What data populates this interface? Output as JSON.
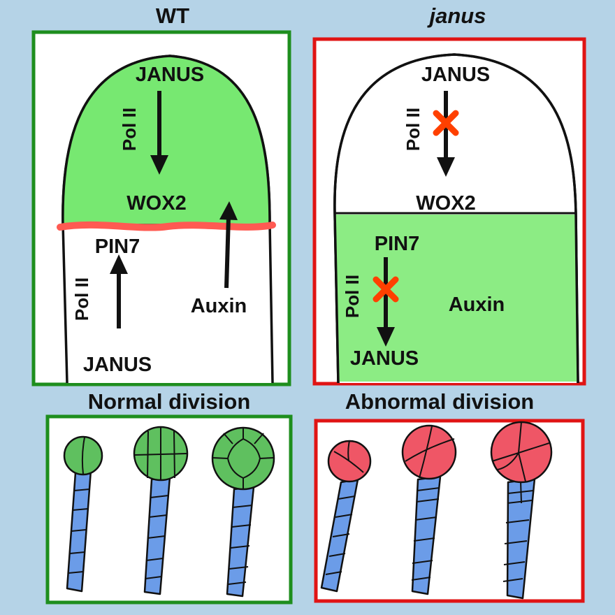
{
  "titles": {
    "wt": "WT",
    "janus": "janus",
    "normal": "Normal division",
    "abnormal": "Abnormal division"
  },
  "wt_panel": {
    "janus_top": "JANUS",
    "pol2_top": "Pol II",
    "wox2": "WOX2",
    "pin7": "PIN7",
    "pol2_bottom": "Pol II",
    "janus_bottom": "JANUS",
    "auxin": "Auxin"
  },
  "janus_panel": {
    "janus_top": "JANUS",
    "pol2_top": "Pol II",
    "wox2": "WOX2",
    "pin7": "PIN7",
    "pol2_bottom": "Pol II",
    "janus_bottom": "JANUS",
    "auxin": "Auxin"
  },
  "colors": {
    "background": "#b5d3e7",
    "wt_border": "#1e8e1e",
    "janus_border": "#e01414",
    "apical_green": "#77e871",
    "basal_green": "#8cec84",
    "boundary_red": "#ff5a52",
    "janus_magenta": "#ff00f0",
    "wox2_blue": "#2222cc",
    "wox2_faded": "#8a90d8",
    "faded_gray": "#9e9e9e",
    "pin7_salmon": "#f06868",
    "auxin_green": "#178217",
    "blocked_x": "#ff4000",
    "embryo_green": "#5fc05f",
    "embryo_red": "#ef5666",
    "suspensor_blue": "#6b9ce8",
    "outline_black": "#111111"
  }
}
